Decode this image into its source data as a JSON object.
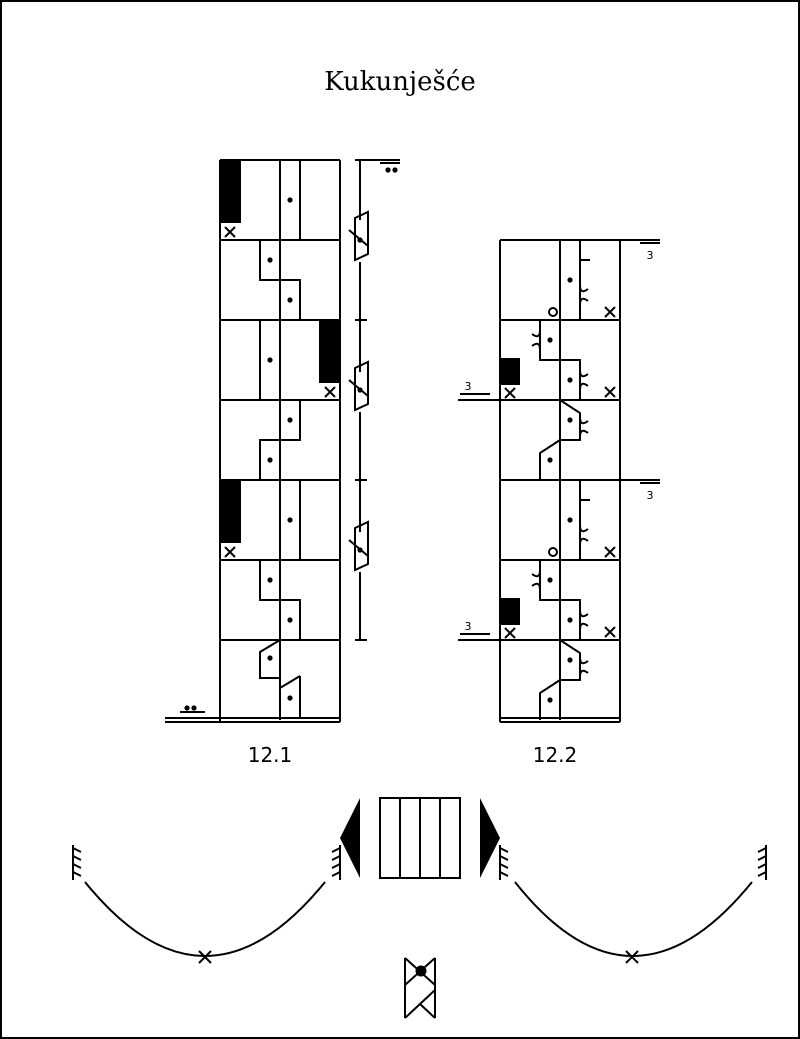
{
  "title": "Kukunješće",
  "staves": [
    {
      "label": "12.1"
    },
    {
      "label": "12.2",
      "repeat_mark": "3"
    }
  ],
  "colors": {
    "ink": "#000000",
    "paper": "#ffffff"
  }
}
